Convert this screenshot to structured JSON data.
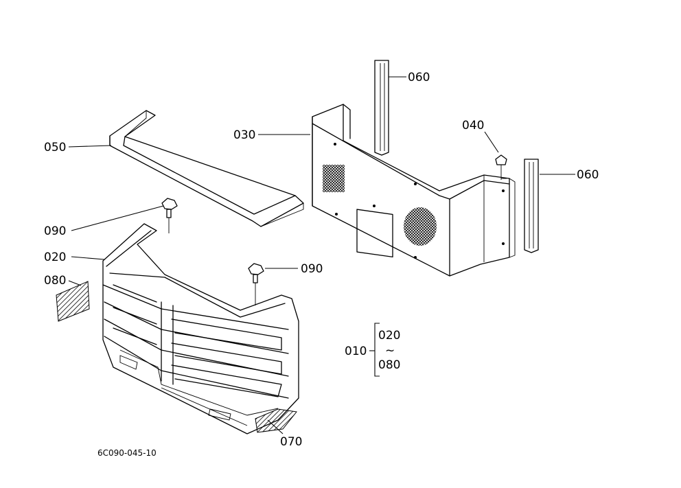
{
  "parts": {
    "p010": "010",
    "p020": "020",
    "p030": "030",
    "p040": "040",
    "p050": "050",
    "p060": "060",
    "p070": "070",
    "p080": "080",
    "p090": "090"
  },
  "bracket": {
    "top": "020",
    "tilde": "~",
    "bottom": "080"
  },
  "figure_code": "6C090-045-10"
}
